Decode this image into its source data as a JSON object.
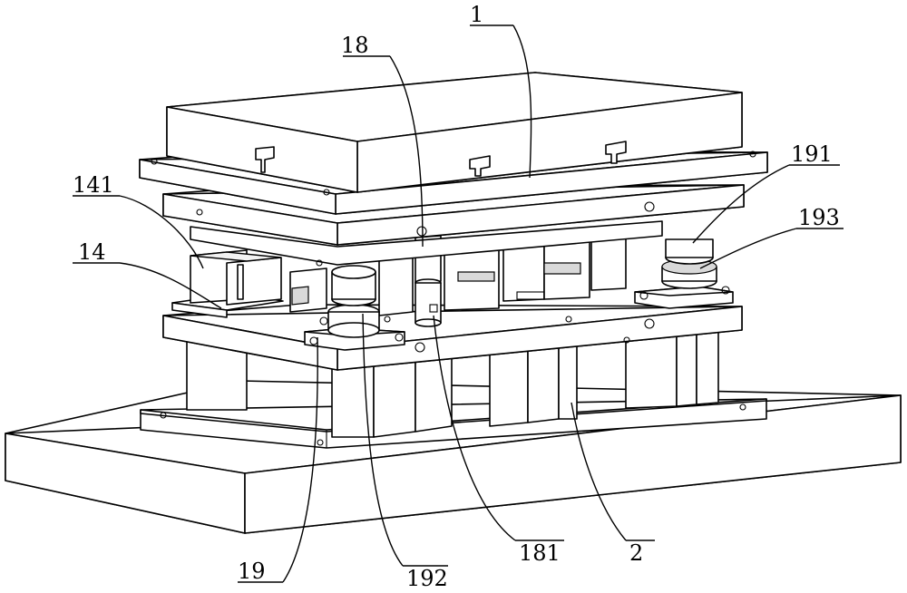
{
  "labels": {
    "l1": "1",
    "l18": "18",
    "l191": "191",
    "l193": "193",
    "l141": "141",
    "l14": "14",
    "l181": "181",
    "l2": "2",
    "l19": "19",
    "l192": "192"
  }
}
